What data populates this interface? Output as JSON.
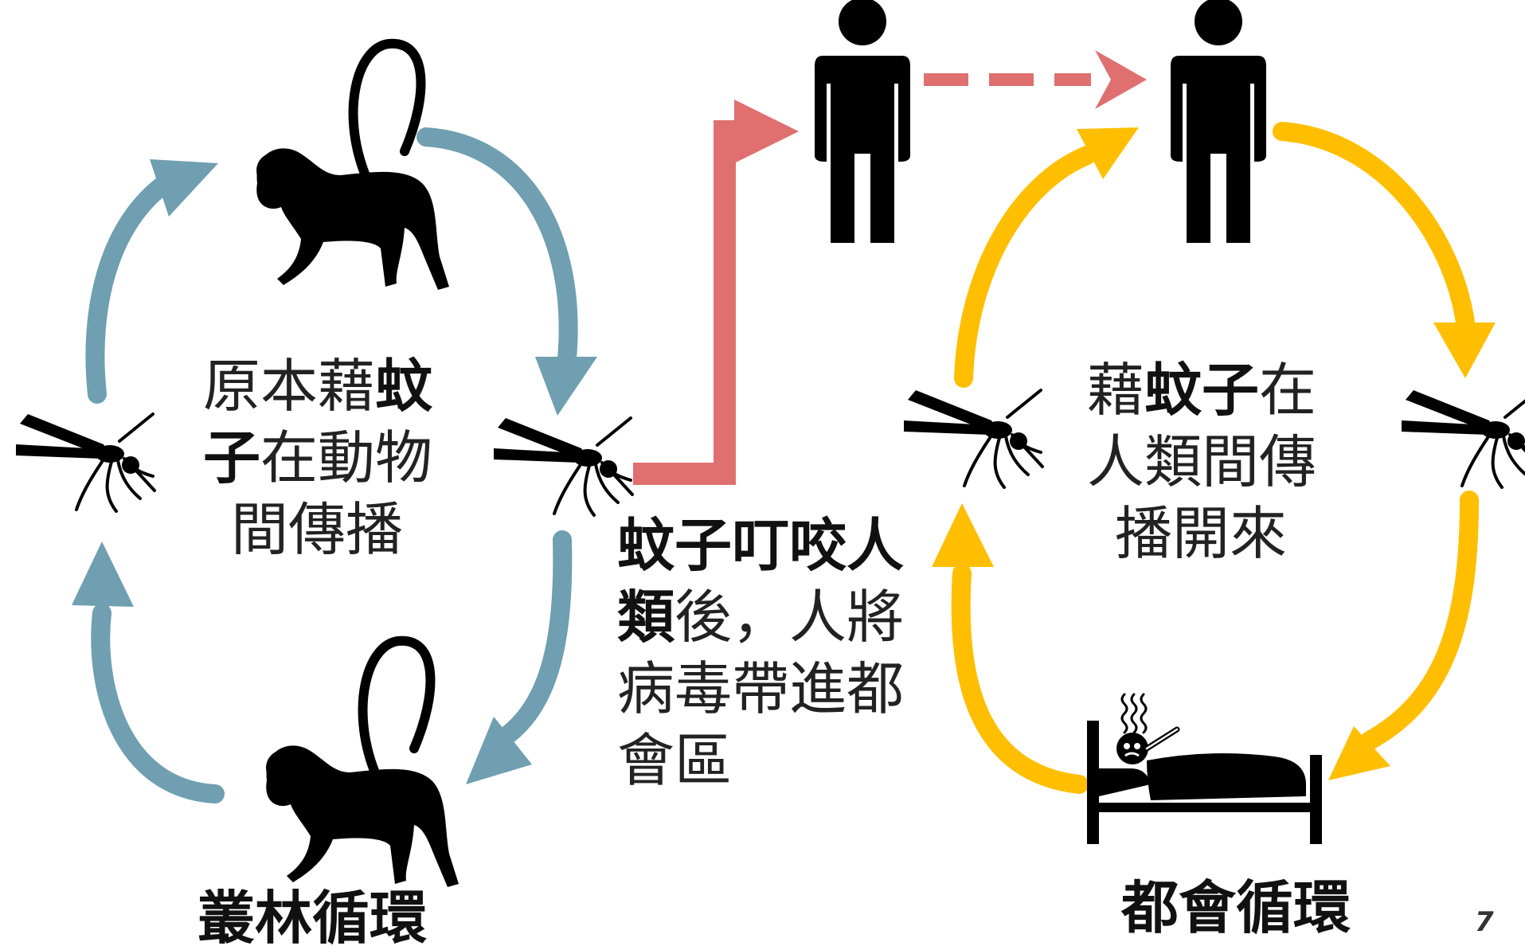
{
  "colors": {
    "jungle_arrow": "#6f9fb0",
    "transfer_arrow": "#e07070",
    "urban_arrow": "#ffbf00",
    "silhouette": "#000000",
    "text": "#222222"
  },
  "icons": [
    "monkey-icon",
    "mosquito-icon",
    "person-icon",
    "sick-person-in-bed-icon",
    "thermometer-icon",
    "fever-heat-icon"
  ],
  "jungle": {
    "description_line1": "原本藉",
    "description_line1_bold": "蚊",
    "description_line2_bold": "子",
    "description_line2": "在動物",
    "description_line3": "間傳播",
    "title": "叢林循環"
  },
  "transfer": {
    "line1_bold": "蚊子叮咬人",
    "line2_bold": "類",
    "line2": "後，人將",
    "line3": "病毒帶進都",
    "line4": "會區"
  },
  "urban": {
    "description_line1": "藉",
    "description_line1_bold": "蚊子",
    "description_line1_end": "在",
    "description_line2": "人類間傳",
    "description_line3": "播開來",
    "title": "都會循環"
  },
  "page_number": "7"
}
